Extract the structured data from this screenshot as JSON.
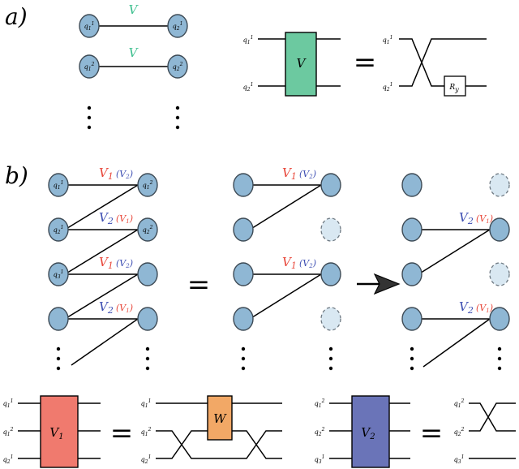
{
  "panels": {
    "a_label": "a)",
    "b_label": "b)"
  },
  "qubits": {
    "q1_1": "q",
    "sup1": "1",
    "sup2": "2",
    "sub1": "1",
    "sub2": "2",
    "sub3": "3"
  },
  "labels": {
    "V": "V",
    "V1": "V",
    "V2": "V",
    "Ry": "R",
    "Ry_sub": "y",
    "W": "W",
    "equals": "=",
    "dots": "⋮"
  },
  "colors": {
    "node": "#8fb7d4",
    "node_stroke": "#3d4a55",
    "ghost": "#d9e8f2",
    "V_gate": "#6cc9a0",
    "V_label": "#3dbf8e",
    "V1_gate": "#f07a6e",
    "V1_label": "#e8473a",
    "V2_gate": "#6a74b8",
    "V2_label": "#3e4fb3",
    "W_gate": "#f2a866"
  }
}
